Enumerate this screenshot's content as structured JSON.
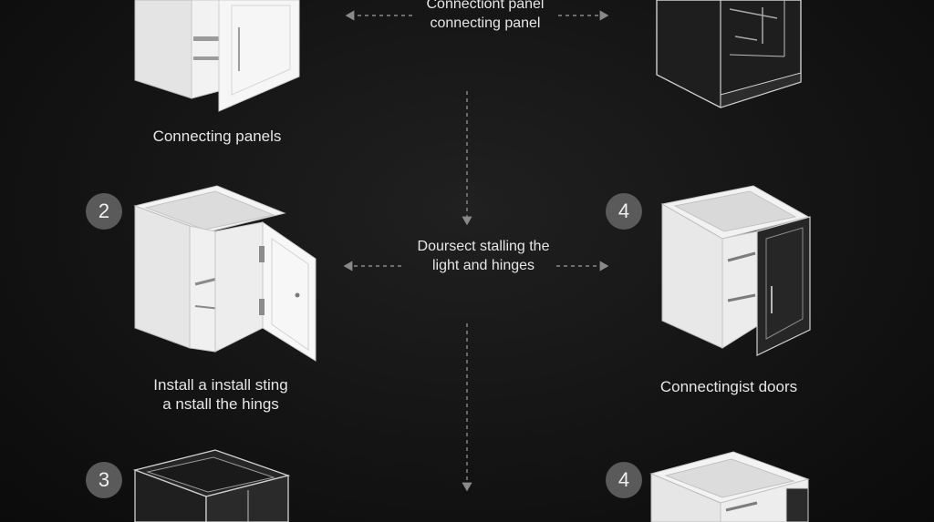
{
  "steps": [
    {
      "badge": "",
      "caption": [
        "Connecting panels"
      ]
    },
    {
      "badge": "2",
      "caption": [
        "Install a install sting",
        "a nstall the hings"
      ]
    },
    {
      "badge": "3",
      "caption": []
    },
    {
      "badge": "4",
      "caption": [
        "Connectingist doors"
      ]
    },
    {
      "badge": "4",
      "caption": []
    }
  ],
  "connectors": {
    "top": [
      "Connectiont panel",
      "connecting panel"
    ],
    "middle": [
      "Doursect stalling the",
      "light and hinges"
    ]
  },
  "colors": {
    "background": "#141414",
    "badge": "#5a5a5a",
    "cabinet_light": "#ececec",
    "cabinet_dark": "#1c1c1c",
    "arrow": "#8a8a8a"
  }
}
